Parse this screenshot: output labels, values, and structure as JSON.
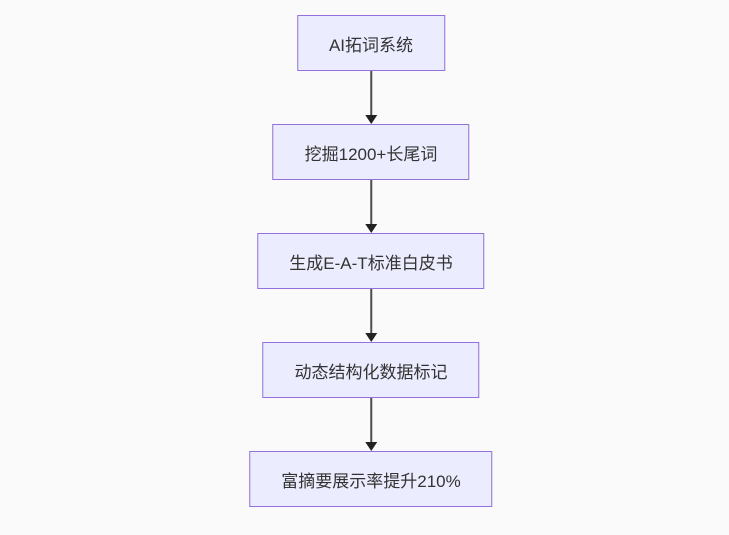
{
  "diagram": {
    "type": "flowchart",
    "direction": "top-down",
    "background_color": "#fafafa",
    "node_fill_color": "#ECECFF",
    "node_border_color": "#9370DB",
    "edge_line_color": "#4d4d4d",
    "arrowhead_color": "#222222",
    "text_color": "#333333",
    "nodes": [
      {
        "label": "AI拓词系统"
      },
      {
        "label": "挖掘1200+长尾词"
      },
      {
        "label": "生成E-A-T标准白皮书"
      },
      {
        "label": "动态结构化数据标记"
      },
      {
        "label": "富摘要展示率提升210%"
      }
    ],
    "edges": [
      {
        "from": 0,
        "to": 1
      },
      {
        "from": 1,
        "to": 2
      },
      {
        "from": 2,
        "to": 3
      },
      {
        "from": 3,
        "to": 4
      }
    ]
  }
}
